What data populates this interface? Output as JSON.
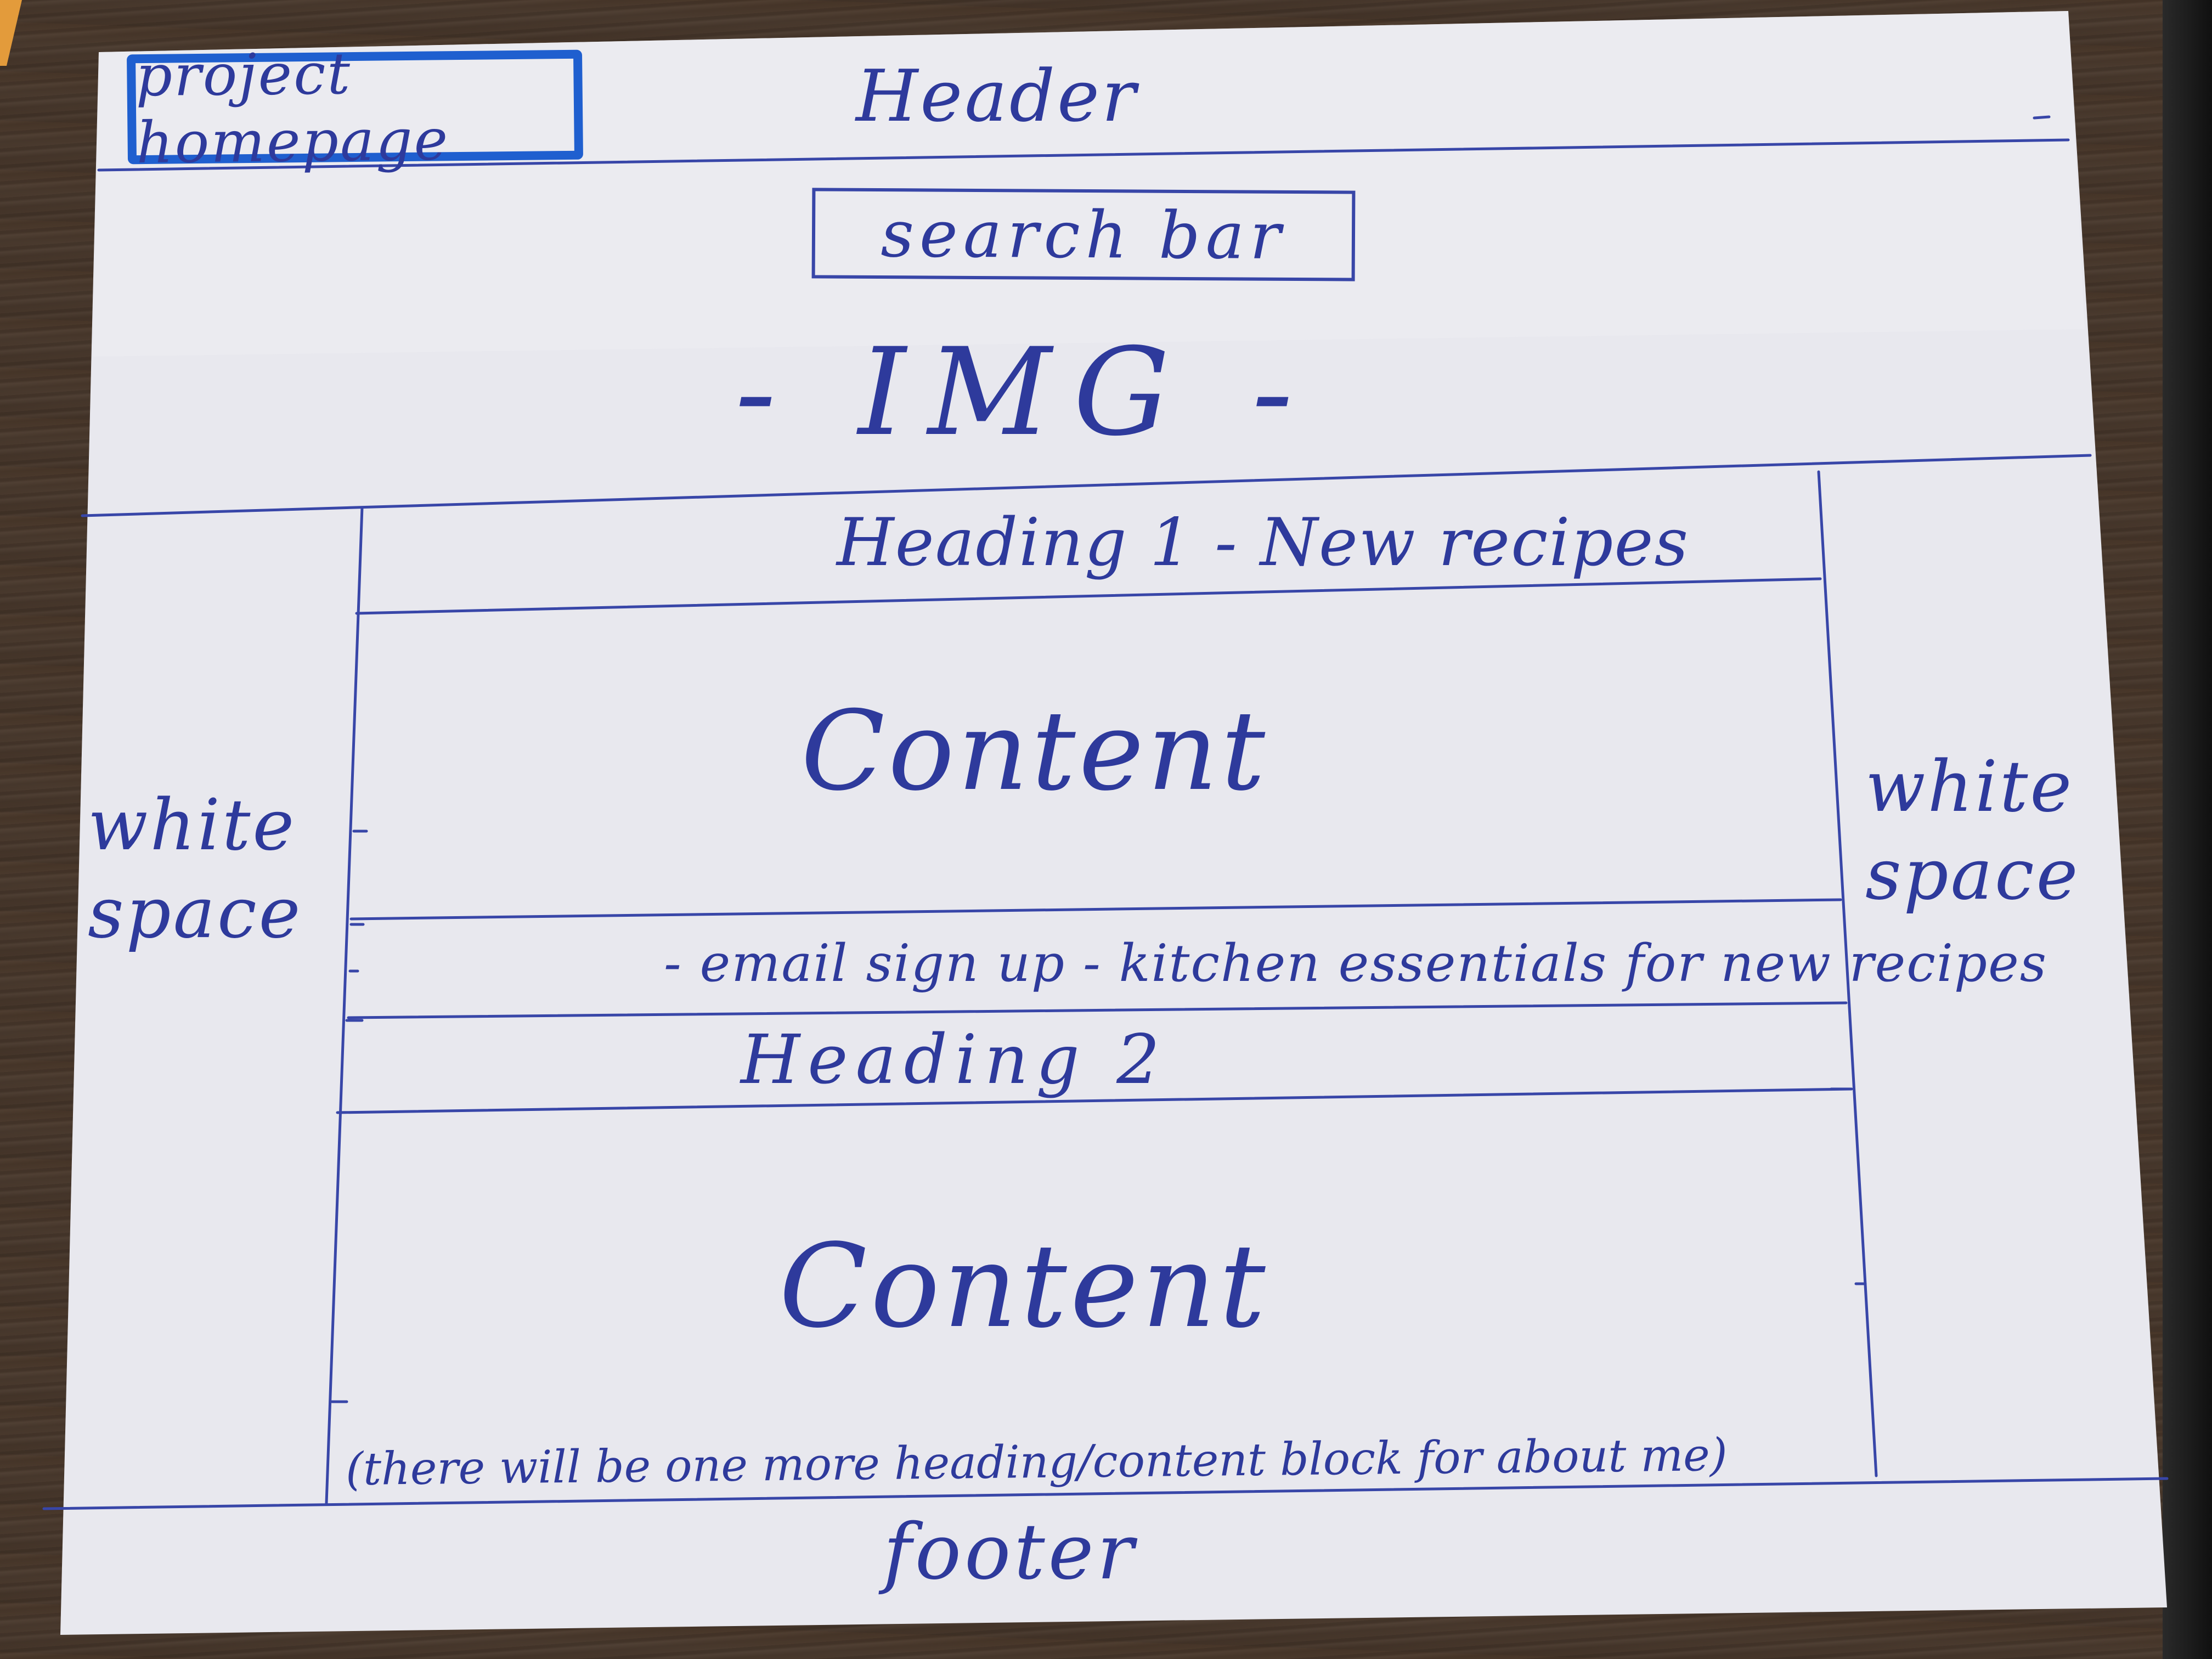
{
  "wireframe": {
    "logo_label": "project homepage",
    "header_label": "Header",
    "search_label": "search bar",
    "image_label": "- IMG -",
    "heading1_label": "Heading 1 - New recipes",
    "content1_label": "Content",
    "left_whitespace_label": "white space",
    "right_whitespace_label": "white space",
    "email_label": "- email sign up - kitchen essentials for new recipes",
    "heading2_label": "Heading 2",
    "content2_label": "Content",
    "note_label": "(there will be one more heading/content block for about me)",
    "footer_label": "footer"
  },
  "colors": {
    "ink": "#2e3a9c",
    "logo_box": "#1f5fcf",
    "paper": "#e9e9ee",
    "table": "#4a3a2e"
  }
}
